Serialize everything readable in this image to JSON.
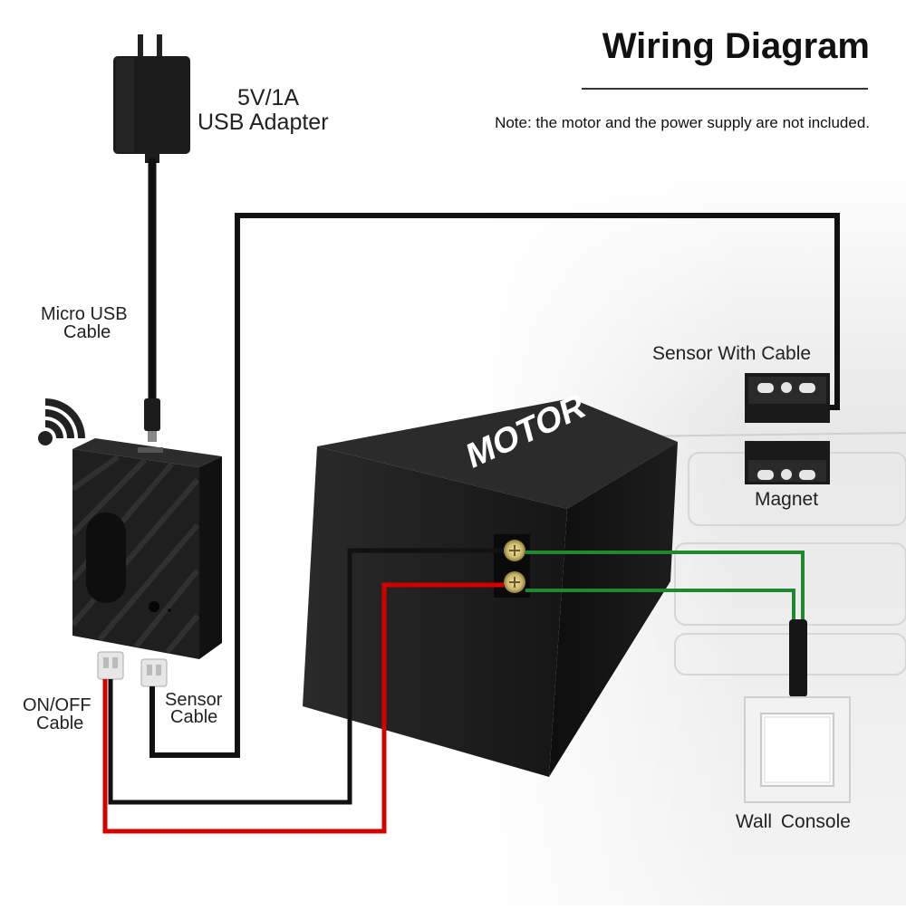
{
  "title": "Wiring Diagram",
  "note": "Note: the motor and the power supply are not included.",
  "adapter": {
    "line1": "5V/1A",
    "line2": "USB Adapter"
  },
  "micro_usb": {
    "line1": "Micro USB",
    "line2": "Cable"
  },
  "sensor_with_cable": "Sensor With Cable",
  "magnet": "Magnet",
  "onoff": {
    "line1": "ON/OFF",
    "line2": "Cable"
  },
  "sensor_cable": {
    "line1": "Sensor",
    "line2": "Cable"
  },
  "wall_console": "Wall Console",
  "motor_label": "MOTOR",
  "colors": {
    "wire_black": "#111111",
    "wire_red": "#d40000",
    "wire_green": "#1e8a2e",
    "device": "#1f1f1f"
  }
}
